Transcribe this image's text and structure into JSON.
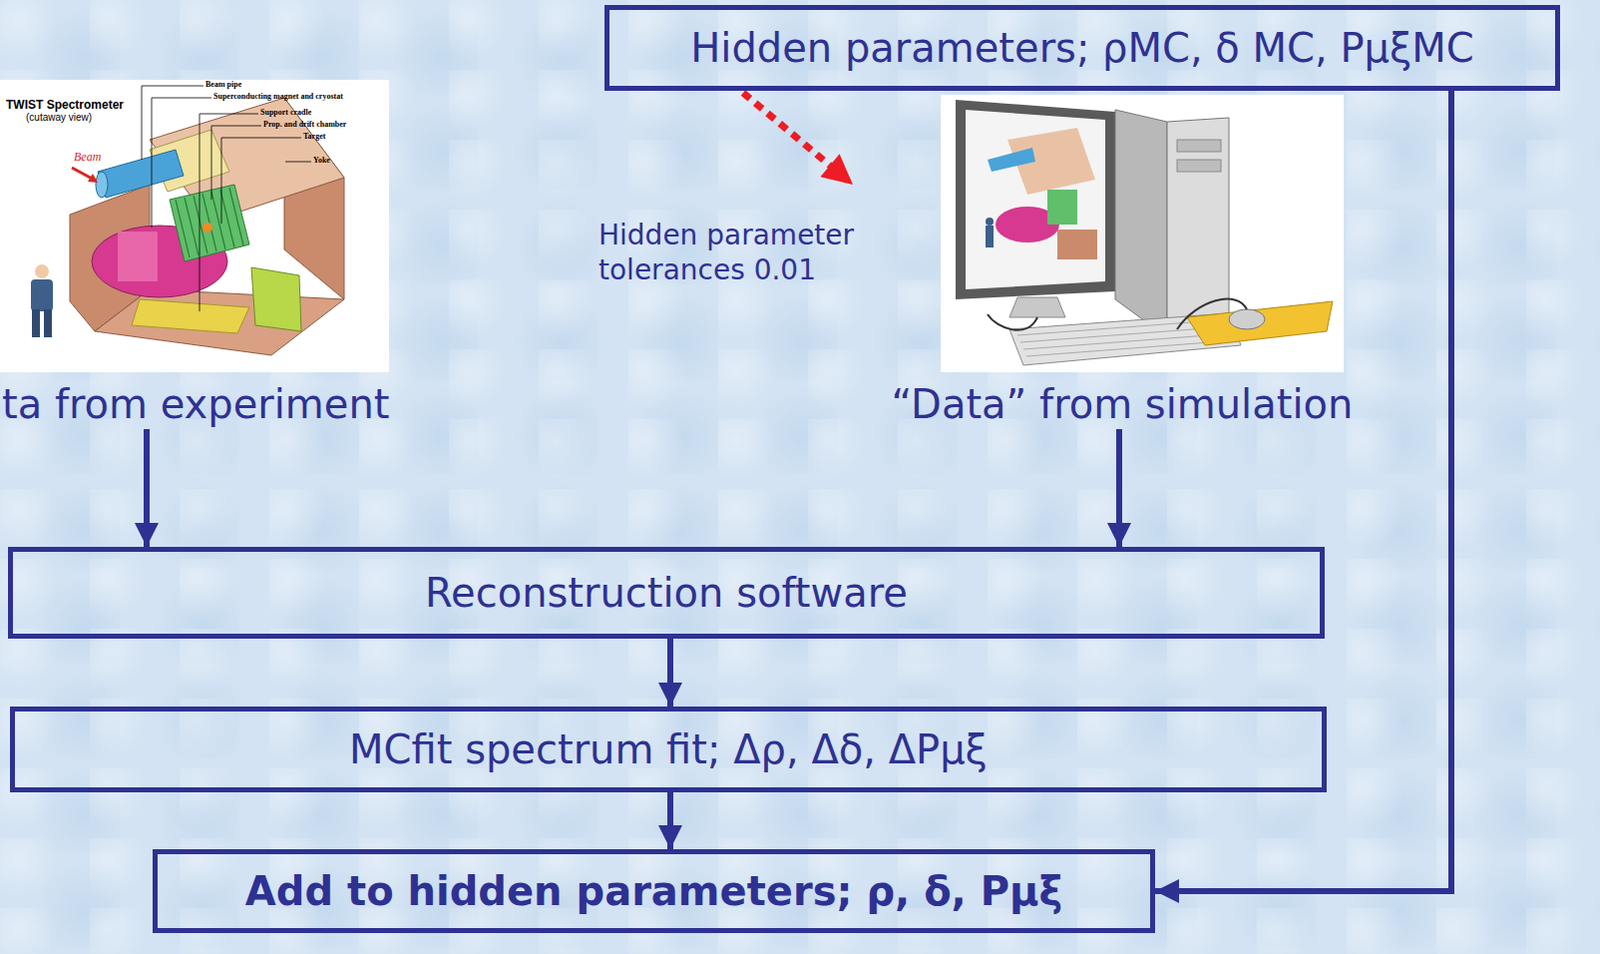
{
  "diagram": {
    "nodes": [
      {
        "text": [
          "Hidden parameters; ρMC, δ MC, PμξMC"
        ]
      },
      {
        "text": [
          "ta from experiment"
        ]
      },
      {
        "text": [
          "“Data” from simulation"
        ]
      },
      {
        "text": [
          "Reconstruction software"
        ]
      },
      {
        "text": [
          "MCfit spectrum fit; Δρ, Δδ, ΔPμξ"
        ]
      },
      {
        "text": [
          "Add to hidden parameters; ρ, δ, Pμξ"
        ]
      }
    ],
    "edges": [
      {
        "from": 1,
        "to": 3,
        "arrow": "to"
      },
      {
        "from": 2,
        "to": 3,
        "arrow": "to"
      },
      {
        "from": 3,
        "to": 4,
        "arrow": "to"
      },
      {
        "from": 4,
        "to": 5,
        "arrow": "to"
      },
      {
        "from": 0,
        "to": 2,
        "arrow": "to"
      },
      {
        "from": 0,
        "to": 5,
        "arrow": "to"
      }
    ],
    "labels": [
      "Hidden parameter tolerances 0.01",
      "TWIST Spectrometer",
      "(cutaway view)",
      "Beam pipe",
      "Superconducting magnet and cryostat",
      "Support cradle",
      "Prop. and drift chamber",
      "Target",
      "Yoke",
      "Beam"
    ]
  }
}
